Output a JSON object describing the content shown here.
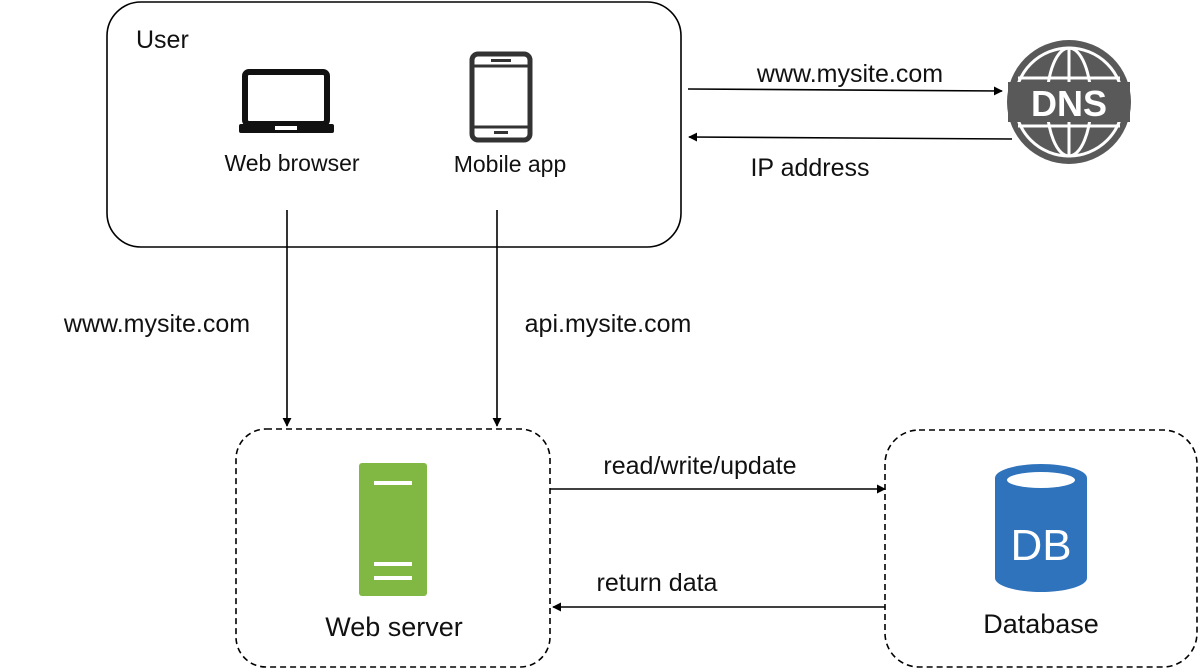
{
  "user": {
    "title": "User",
    "web_browser_label": "Web browser",
    "mobile_app_label": "Mobile app"
  },
  "dns": {
    "icon_text": "DNS",
    "request_label": "www.mysite.com",
    "response_label": "IP address"
  },
  "links": {
    "browser_to_server": "www.mysite.com",
    "app_to_server": "api.mysite.com",
    "server_to_db": "read/write/update",
    "db_to_server": "return data"
  },
  "web_server": {
    "label": "Web server"
  },
  "database": {
    "label": "Database",
    "icon_text": "DB"
  },
  "colors": {
    "server_green": "#80b843",
    "db_blue": "#2e73bc",
    "dns_gray": "#595959",
    "line": "#000000"
  },
  "icons": [
    "laptop-icon",
    "smartphone-icon",
    "dns-globe-icon",
    "server-icon",
    "database-icon"
  ]
}
